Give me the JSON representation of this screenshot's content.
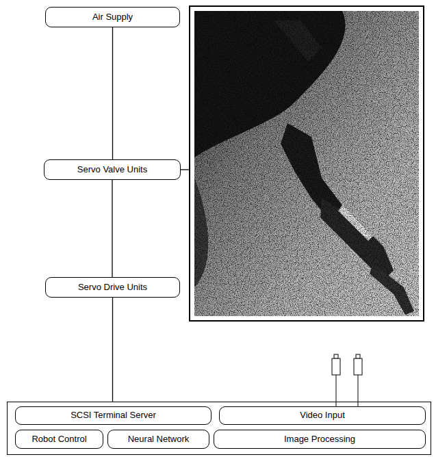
{
  "diagram": {
    "nodes": [
      {
        "text": [
          "Air Supply"
        ]
      },
      {
        "text": [
          "Servo Valve Units"
        ]
      },
      {
        "text": [
          "Servo Drive Units"
        ]
      },
      {
        "text": []
      },
      {
        "text": [
          "SCSI Terminal Server"
        ],
        "in": 3
      },
      {
        "text": [
          "Video Input"
        ],
        "in": 3
      },
      {
        "text": [
          "Robot Control"
        ],
        "in": 3
      },
      {
        "text": [
          "Neural Network"
        ],
        "in": 3
      },
      {
        "text": [
          "Image Processing"
        ],
        "in": 3
      }
    ],
    "edges": [
      {
        "from": 0,
        "to": 1,
        "arrow": "none"
      },
      {
        "from": 1,
        "to": 2,
        "arrow": "none"
      },
      {
        "from": 2,
        "to": 3,
        "arrow": "none"
      }
    ]
  }
}
